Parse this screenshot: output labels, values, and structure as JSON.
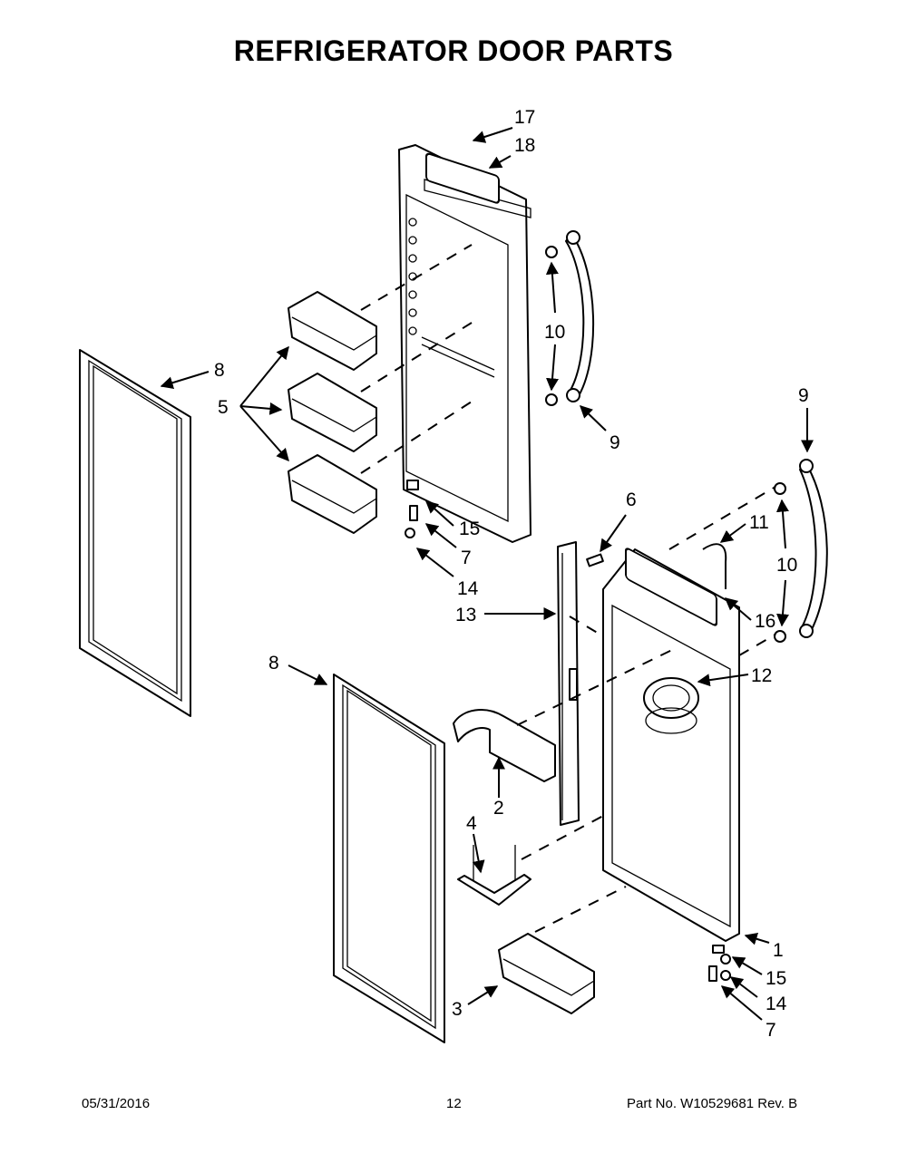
{
  "title": "REFRIGERATOR DOOR PARTS",
  "footer": {
    "date": "05/31/2016",
    "page": "12",
    "part_no": "Part No.  W10529681  Rev.  B"
  },
  "callouts": [
    "17",
    "18",
    "8",
    "5",
    "10",
    "9",
    "9",
    "15",
    "7",
    "14",
    "6",
    "11",
    "10",
    "13",
    "16",
    "8",
    "12",
    "2",
    "4",
    "1",
    "15",
    "14",
    "3",
    "7"
  ]
}
